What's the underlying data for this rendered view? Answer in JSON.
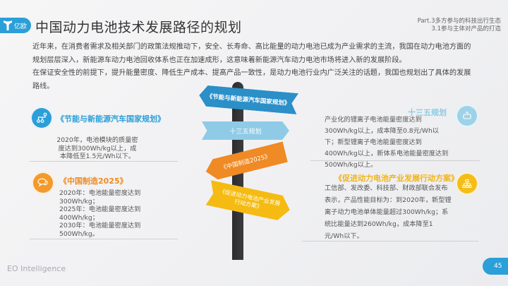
{
  "header": {
    "logo_text": "亿欧",
    "title": "中国动力电池技术发展路径的规划",
    "part": "Part.3多方参与的科技出行生态",
    "section": "3.1参与主体对产品的打造"
  },
  "intro": {
    "paragraph1": "近年来，在消费者需求及相关部门的政策法规推动下，安全、长寿命、高比能量的动力电池已成为产业需求的主流，我国在动力电池方面的规划层层深入，新能源车动力电池回收体系也正在加速成形，这意味着新能源汽车动力电池市场将进入新的发展阶段。",
    "paragraph2": "在保证安全性的前提下，提升能量密度、降低生产成本、提高产品一致性，是动力电池行业内广泛关注的话题，我国也规划出了具体的发展路线。"
  },
  "plans": {
    "energy_saving": {
      "title": "《节能与新能源汽车国家规划》",
      "icon": "flowchart-icon",
      "body": "2020年，电池模块的质量密度达到300Wh/kg以上，成本降低至1.5元/Wh以下。",
      "color": "#2b9fd8"
    },
    "made_in_china": {
      "title": "《中国制造2025》",
      "icon": "chat-bubbles-icon",
      "lines": [
        "2020年：电池能量密度达到",
        "300Wh/kg；",
        "2025年：电池能量密度达到",
        "400Wh/kg；",
        "2030年：电池能量密度达到",
        "500Wh/kg。"
      ],
      "color": "#f39a2b"
    },
    "thirteenth_five": {
      "title": "十三五规划",
      "icon": "device-icon",
      "body": "产业化的锂离子电池能量密度达到300Wh/kg以上，成本降至0.8元/Wh以下；新型锂离子电池能量密度达到400Wh/kg以上，新体系电池能量密度达到500Wh/kg以上。",
      "color": "#9dd2e8"
    },
    "action_plan": {
      "title": "《促进动力电池产业发展行动方案》",
      "icon": "org-chart-icon",
      "body": "工信部、发改委、科技部、财政部联合发布表示，产品性能目标为：到2020年，新型锂离子动力电池单体能量超过300Wh/kg；系统比能量达到260Wh/kg，成本降至1元/Wh以下。",
      "color": "#f5bd18"
    }
  },
  "signpost": {
    "signs": [
      {
        "label": "《节能与新能源汽车国家规划》",
        "color": "#2b8fc8"
      },
      {
        "label": "十三五规划",
        "color": "#8fcbe6"
      },
      {
        "label": "《中国制造2025》",
        "color": "#ef8a24"
      },
      {
        "label": "《促进动力电池产业发展行动方案》",
        "color": "#f5bb12"
      }
    ]
  },
  "footer": {
    "brand": "EO Intelligence",
    "page_number": "45"
  }
}
